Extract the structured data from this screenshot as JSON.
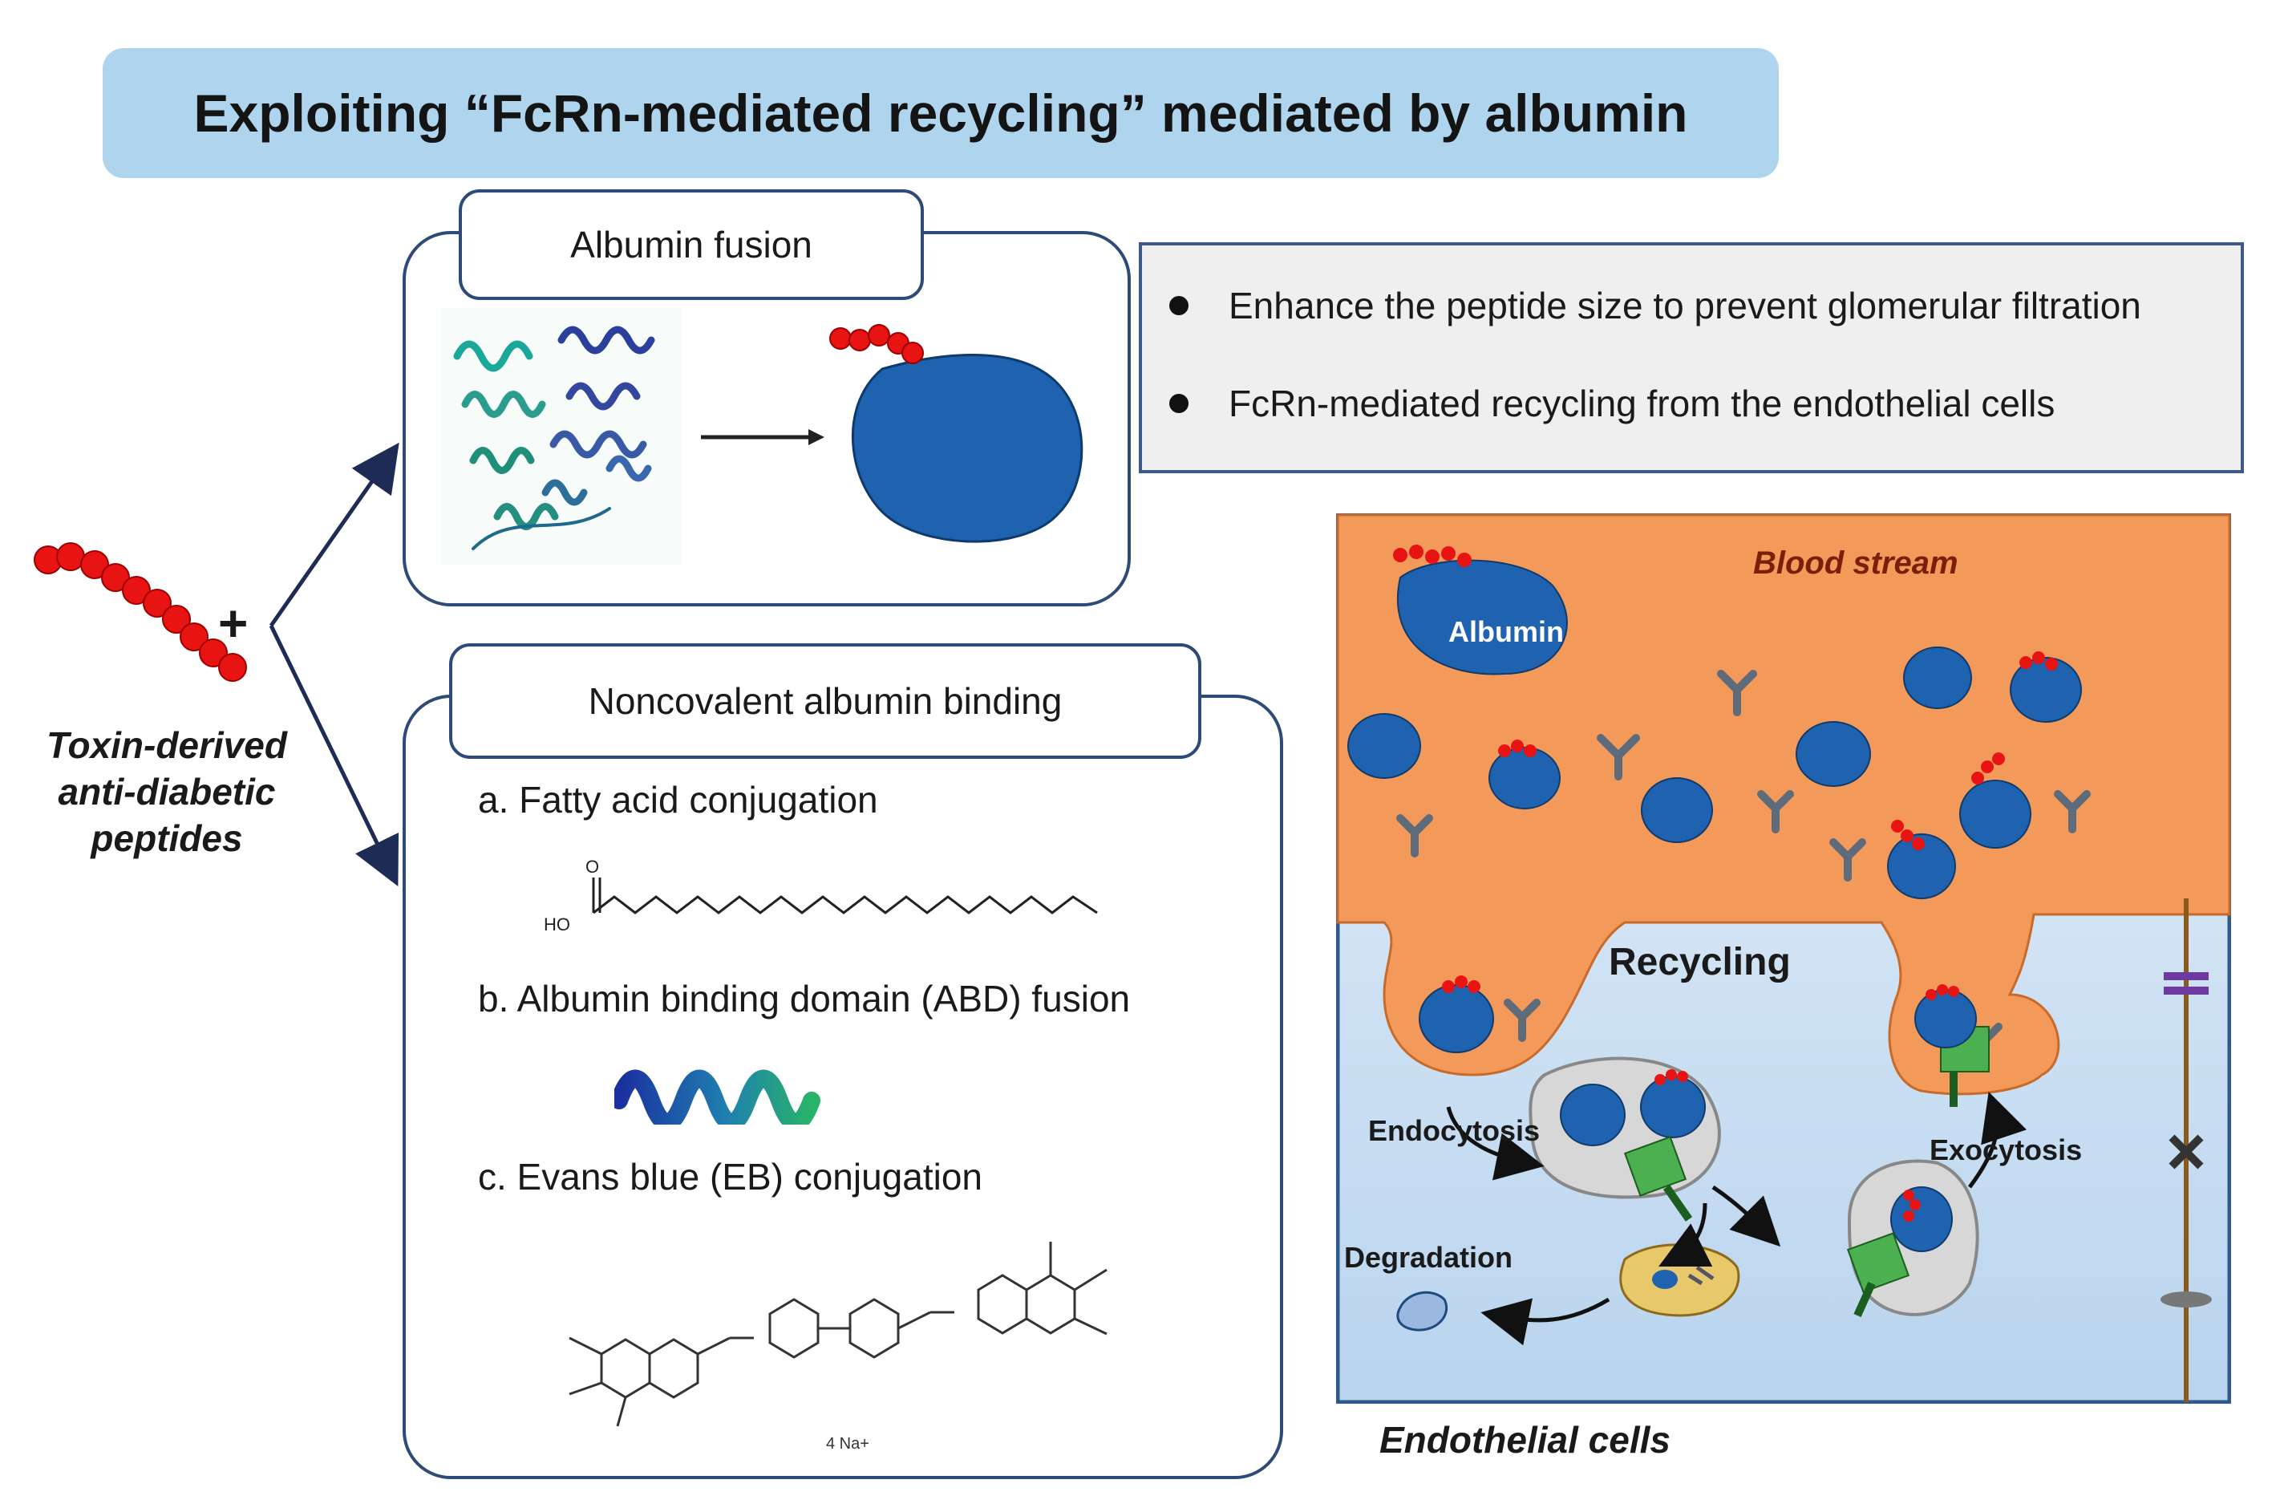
{
  "title": "Exploiting “FcRn-mediated recycling” mediated by albumin",
  "peptide_label": "Toxin-derived anti-diabetic peptides",
  "plus_sign": "+",
  "fusion_panel": {
    "title": "Albumin fusion"
  },
  "noncovalent_panel": {
    "title": "Noncovalent albumin binding",
    "items": [
      {
        "label": "a. Fatty acid conjugation",
        "structure_text": "HO",
        "structure_atom": "O"
      },
      {
        "label": "b. Albumin binding domain (ABD) fusion"
      },
      {
        "label": "c. Evans blue (EB) conjugation",
        "counterion": "4 Na+"
      }
    ]
  },
  "info_box": {
    "bullets": [
      "Enhance the peptide size to prevent glomerular filtration",
      "FcRn-mediated recycling from the endothelial cells"
    ]
  },
  "recycling_diagram": {
    "blood_stream_label": "Blood stream",
    "albumin_label": "Albumin",
    "recycling_label": "Recycling",
    "endocytosis_label": "Endocytosis",
    "exocytosis_label": "Exocytosis",
    "degradation_label": "Degradation",
    "caption": "Endothelial cells",
    "colors": {
      "blood": "#f39a5a",
      "cell_interior": "#cfe2f3",
      "albumin": "#1f63b0",
      "peptide": "#e81414",
      "receptor": "#4caf50"
    }
  }
}
